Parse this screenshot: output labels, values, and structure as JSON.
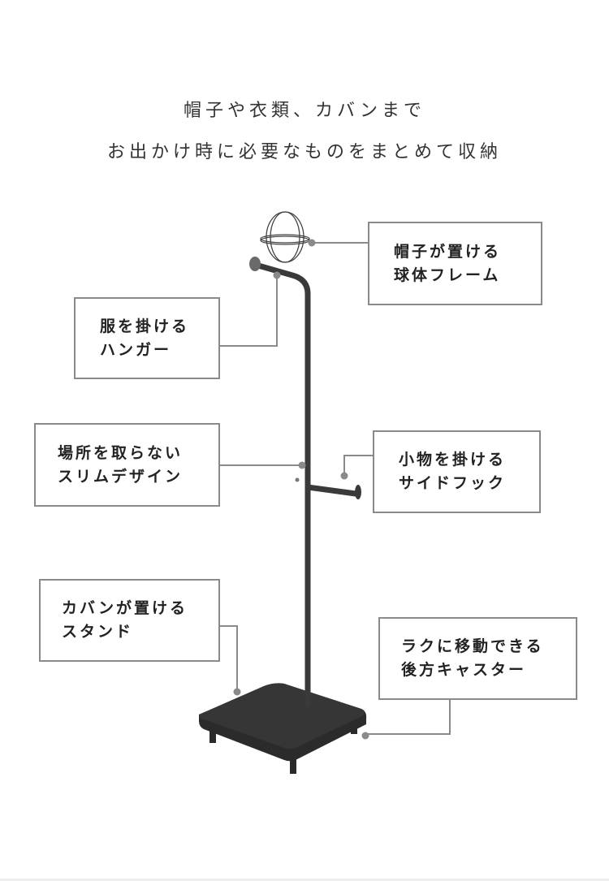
{
  "heading": {
    "line1": "帽子や衣類、カバンまで",
    "line2": "お出かけ時に必要なものをまとめて収納"
  },
  "callouts": [
    {
      "id": "hat-frame",
      "line1": "帽子が置ける",
      "line2": "球体フレーム"
    },
    {
      "id": "hanger",
      "line1": "服を掛ける",
      "line2": "ハンガー"
    },
    {
      "id": "slim-design",
      "line1": "場所を取らない",
      "line2": "スリムデザイン"
    },
    {
      "id": "side-hook",
      "line1": "小物を掛ける",
      "line2": "サイドフック"
    },
    {
      "id": "bag-stand",
      "line1": "カバンが置ける",
      "line2": "スタンド"
    },
    {
      "id": "caster",
      "line1": "ラクに移動できる",
      "line2": "後方キャスター"
    }
  ],
  "colors": {
    "frame": "#8a8a8a",
    "product": "#2e2e2e",
    "dot": "#8a8a8a"
  }
}
